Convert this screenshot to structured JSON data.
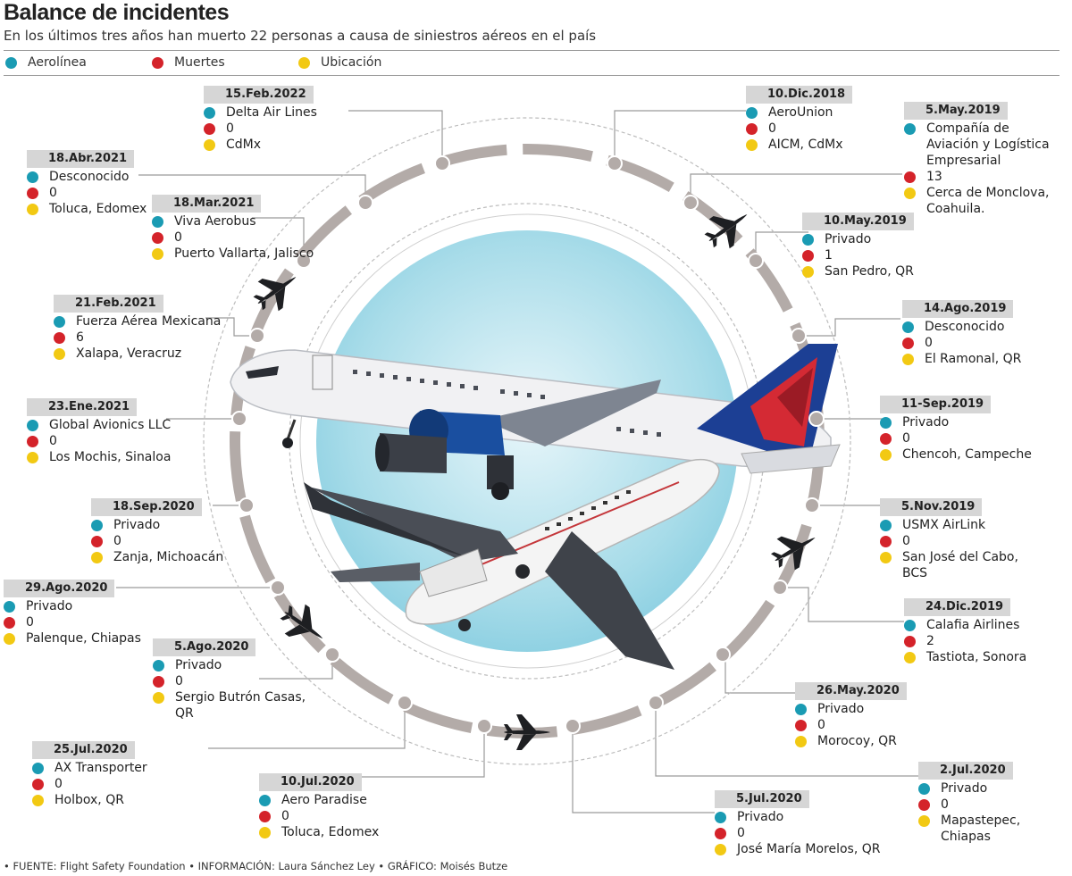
{
  "title": "Balance de incidentes",
  "subtitle": "En los últimos tres años han muerto 22 personas a causa de siniestros aéreos en el país",
  "colors": {
    "airline": "#1a9bb3",
    "deaths": "#d4232a",
    "location": "#f2c913",
    "ring": "#b3aba8",
    "label_bg": "#d6d6d6"
  },
  "legend": [
    {
      "label": "Aerolínea",
      "color": "#1a9bb3"
    },
    {
      "label": "Muertes",
      "color": "#d4232a"
    },
    {
      "label": "Ubicación",
      "color": "#f2c913"
    }
  ],
  "incidents": [
    {
      "date": "15.Feb.2022",
      "airline": "Delta Air Lines",
      "deaths": "0",
      "location": "CdMx"
    },
    {
      "date": "10.Dic.2018",
      "airline": "AeroUnion",
      "deaths": "0",
      "location": "AICM, CdMx"
    },
    {
      "date": "5.May.2019",
      "airline": "Compañía de Aviación y Logística Empresarial",
      "deaths": "13",
      "location": "Cerca de Monclova, Coahuila."
    },
    {
      "date": "18.Abr.2021",
      "airline": "Desconocido",
      "deaths": "0",
      "location": "Toluca, Edomex"
    },
    {
      "date": "18.Mar.2021",
      "airline": "Viva Aerobus",
      "deaths": "0",
      "location": "Puerto Vallarta, Jalisco"
    },
    {
      "date": "10.May.2019",
      "airline": "Privado",
      "deaths": "1",
      "location": "San Pedro, QR"
    },
    {
      "date": "21.Feb.2021",
      "airline": "Fuerza Aérea Mexicana",
      "deaths": "6",
      "location": "Xalapa, Veracruz"
    },
    {
      "date": "14.Ago.2019",
      "airline": "Desconocido",
      "deaths": "0",
      "location": "El Ramonal, QR"
    },
    {
      "date": "23.Ene.2021",
      "airline": "Global Avionics LLC",
      "deaths": "0",
      "location": "Los Mochis, Sinaloa"
    },
    {
      "date": "11-Sep.2019",
      "airline": "Privado",
      "deaths": "0",
      "location": "Chencoh, Campeche"
    },
    {
      "date": "18.Sep.2020",
      "airline": "Privado",
      "deaths": "0",
      "location": "Zanja, Michoacán"
    },
    {
      "date": "5.Nov.2019",
      "airline": "USMX AirLink",
      "deaths": "0",
      "location": "San José del Cabo, BCS"
    },
    {
      "date": "29.Ago.2020",
      "airline": "Privado",
      "deaths": "0",
      "location": "Palenque, Chiapas"
    },
    {
      "date": "24.Dic.2019",
      "airline": "Calafia Airlines",
      "deaths": "2",
      "location": "Tastiota, Sonora"
    },
    {
      "date": "5.Ago.2020",
      "airline": "Privado",
      "deaths": "0",
      "location": "Sergio Butrón Casas, QR"
    },
    {
      "date": "26.May.2020",
      "airline": "Privado",
      "deaths": "0",
      "location": "Morocoy, QR"
    },
    {
      "date": "25.Jul.2020",
      "airline": "AX Transporter",
      "deaths": "0",
      "location": "Holbox, QR"
    },
    {
      "date": "2.Jul.2020",
      "airline": "Privado",
      "deaths": "0",
      "location": "Mapastepec, Chiapas"
    },
    {
      "date": "10.Jul.2020",
      "airline": "Aero Paradise",
      "deaths": "0",
      "location": "Toluca, Edomex"
    },
    {
      "date": "5.Jul.2020",
      "airline": "Privado",
      "deaths": "0",
      "location": "José María Morelos, QR"
    }
  ],
  "footer": "• FUENTE: Flight Safety Foundation • INFORMACIÓN: Laura Sánchez Ley • GRÁFICO: Moisés Butze"
}
